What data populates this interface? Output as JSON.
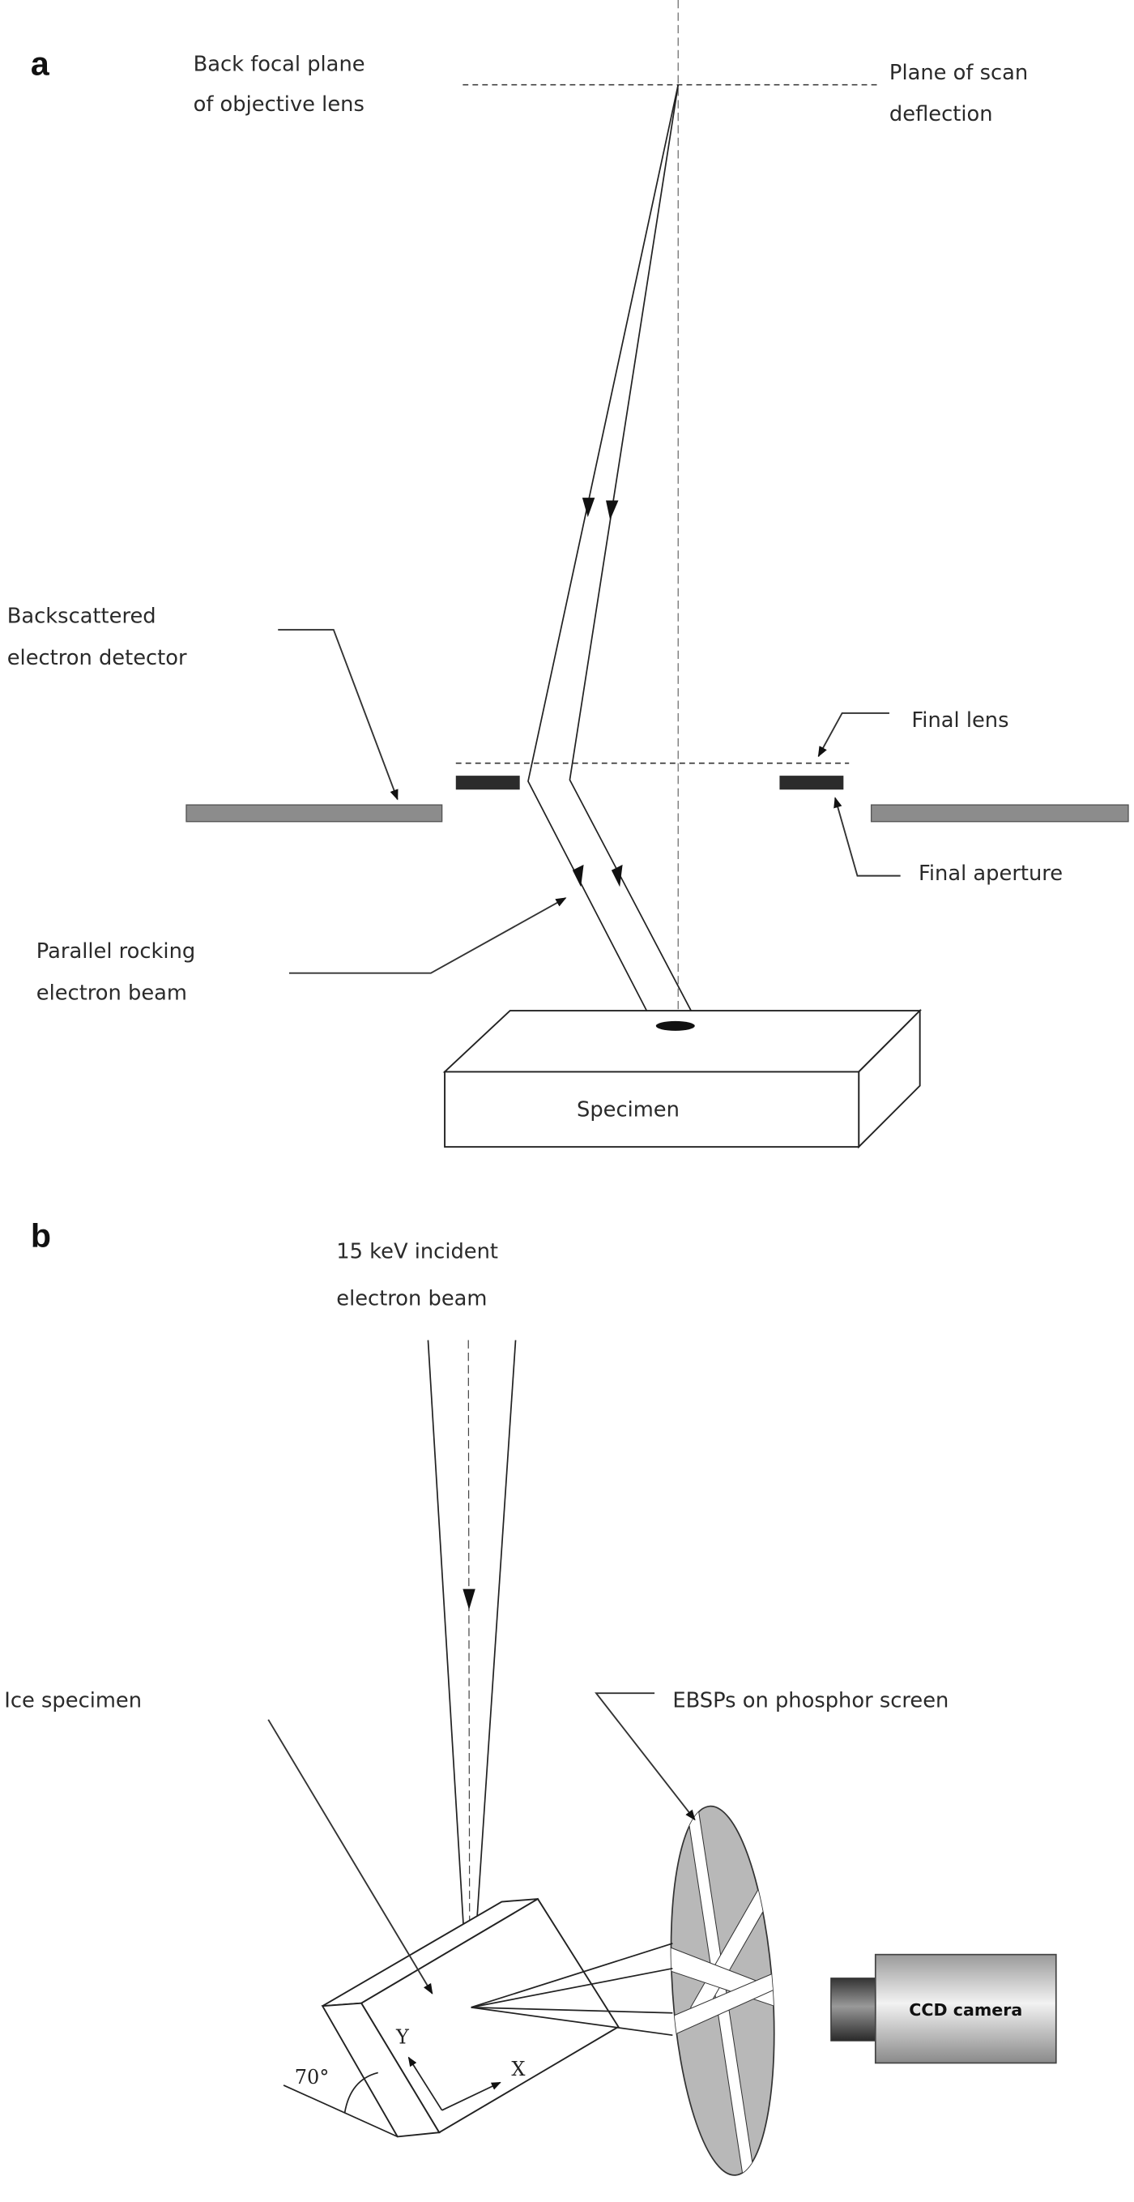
{
  "figure": {
    "panel_a": {
      "label": "a",
      "back_focal_plane": [
        "Back focal plane",
        "of objective lens"
      ],
      "plane_of_scan": [
        "Plane of scan",
        "deflection"
      ],
      "bse_detector": [
        "Backscattered",
        "electron detector"
      ],
      "final_lens": "Final lens",
      "final_aperture": "Final aperture",
      "rocking_beam": [
        "Parallel rocking",
        "electron beam"
      ],
      "specimen": "Specimen"
    },
    "panel_b": {
      "label": "b",
      "incident_beam": [
        "15 keV incident",
        "electron beam"
      ],
      "ice_specimen": "Ice specimen",
      "ebsp_screen": "EBSPs on phosphor screen",
      "camera": "CCD camera",
      "axis_y": "Y",
      "axis_x": "X",
      "tilt_angle": "70°"
    },
    "colors": {
      "detector_grey": "#8c8c8c",
      "aperture_dark": "#2b2b2b",
      "screen_grey": "#b8b8b8",
      "camera_light": "#e6e6e6",
      "camera_dark": "#555555"
    }
  }
}
